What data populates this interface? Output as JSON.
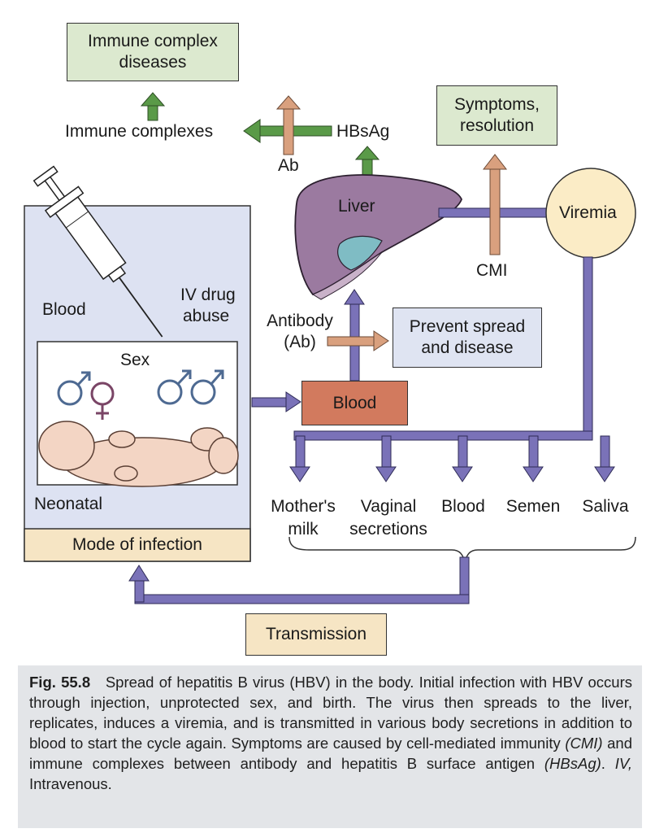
{
  "colors": {
    "arrow_blue": "#7a72b8",
    "arrow_green": "#5a9a48",
    "arrow_tan": "#d9a07e",
    "liver": "#9b7aa0",
    "blood_box": "#d27a5e",
    "viremia": "#fbecc6"
  },
  "boxes": {
    "immune_disease": [
      "Immune complex",
      "diseases"
    ],
    "symptoms": [
      "Symptoms,",
      "resolution"
    ],
    "prevent": [
      "Prevent spread",
      "and disease"
    ],
    "blood_center": "Blood",
    "mode": "Mode of infection",
    "transmission": "Transmission",
    "viremia": "Viremia"
  },
  "labels": {
    "immune_complexes": "Immune complexes",
    "hbsag": "HBsAg",
    "ab": "Ab",
    "liver": "Liver",
    "cmi": "CMI",
    "antibody": [
      "Antibody",
      "(Ab)"
    ],
    "blood_left": "Blood",
    "iv": [
      "IV drug",
      "abuse"
    ],
    "sex": "Sex",
    "neonatal": "Neonatal"
  },
  "secretions": [
    [
      "Mother's",
      "milk"
    ],
    [
      "Vaginal",
      "secretions"
    ],
    [
      "Blood"
    ],
    [
      "Semen"
    ],
    [
      "Saliva"
    ]
  ],
  "caption": {
    "fig": "Fig. 55.8",
    "t1": "Spread of hepatitis B virus (HBV) in the body. Initial infection with HBV occurs through injection, unprotected sex, and birth. The virus then spreads to the liver, replicates, induces a viremia, and is transmitted in various body secretions in addition to blood to start the cycle again. Symptoms are caused by cell-mediated immunity ",
    "cmi": "(CMI)",
    "t2": " and immune complexes between antibody and hepatitis B surface antigen ",
    "hbsag": "(HBsAg)",
    "t3": ". ",
    "iv": "IV,",
    "t4": " Intravenous."
  }
}
